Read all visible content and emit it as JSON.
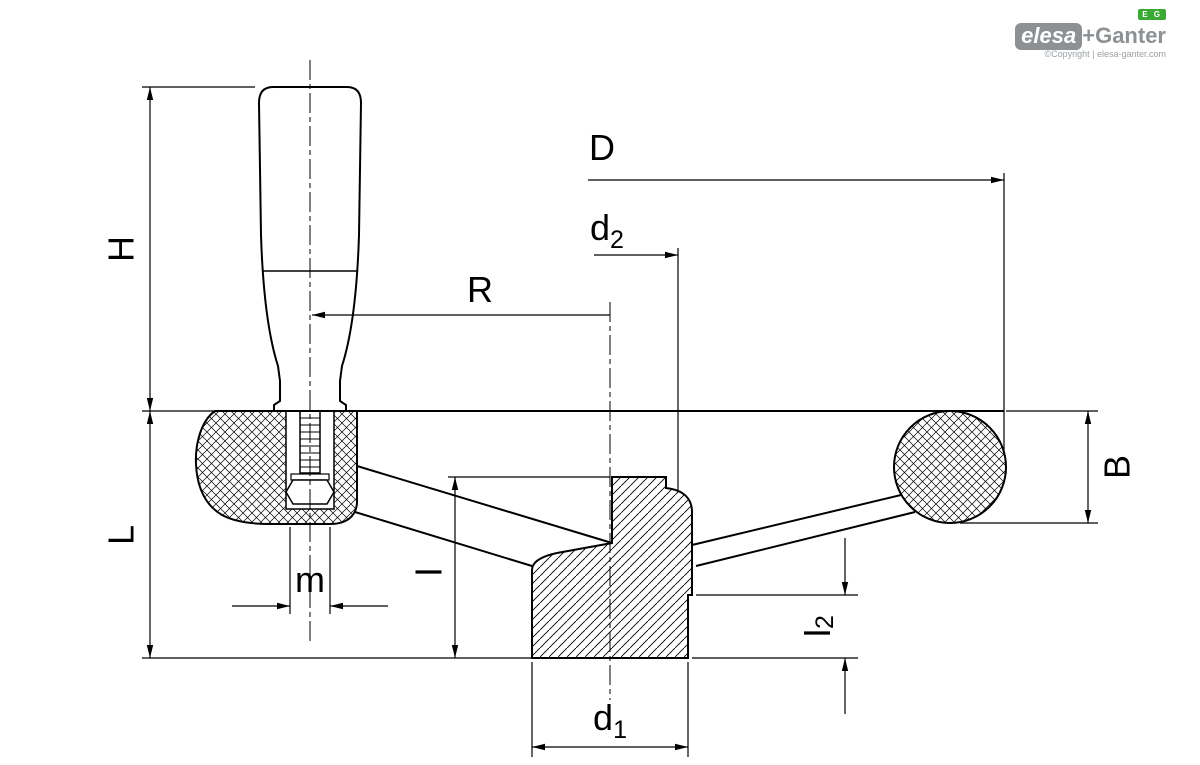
{
  "page": {
    "background": "#ffffff",
    "line_color": "#000000"
  },
  "logo": {
    "badge_text": "E G",
    "brand_primary": "elesa",
    "brand_plus": "+",
    "brand_secondary": "Ganter",
    "copyright": "©Copyright | elesa-ganter.com"
  },
  "labels": {
    "H": "H",
    "L": "L",
    "D": "D",
    "R": "R",
    "B": "B",
    "m": "m",
    "l": "l",
    "d1": {
      "base": "d",
      "sub": "1"
    },
    "d2": {
      "base": "d",
      "sub": "2"
    },
    "l2": {
      "base": "l",
      "sub": "2"
    }
  }
}
